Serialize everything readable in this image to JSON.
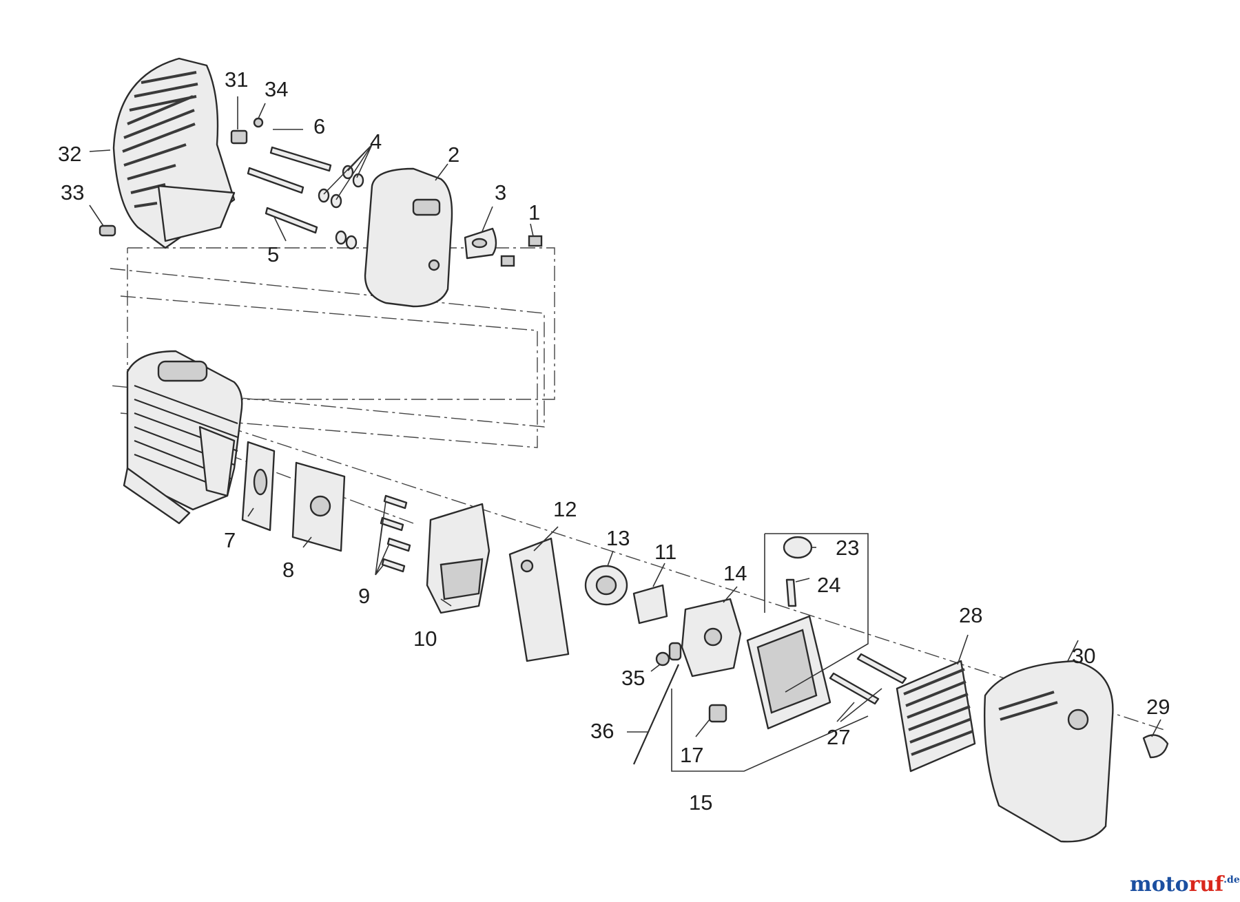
{
  "callouts": [
    {
      "id": "1",
      "text": "1"
    },
    {
      "id": "2",
      "text": "2"
    },
    {
      "id": "3",
      "text": "3"
    },
    {
      "id": "4",
      "text": "4"
    },
    {
      "id": "5",
      "text": "5"
    },
    {
      "id": "6",
      "text": "6"
    },
    {
      "id": "7",
      "text": "7"
    },
    {
      "id": "8",
      "text": "8"
    },
    {
      "id": "9",
      "text": "9"
    },
    {
      "id": "10",
      "text": "10"
    },
    {
      "id": "11",
      "text": "11"
    },
    {
      "id": "12",
      "text": "12"
    },
    {
      "id": "13",
      "text": "13"
    },
    {
      "id": "14",
      "text": "14"
    },
    {
      "id": "15",
      "text": "15"
    },
    {
      "id": "17",
      "text": "17"
    },
    {
      "id": "23",
      "text": "23"
    },
    {
      "id": "24",
      "text": "24"
    },
    {
      "id": "27",
      "text": "27"
    },
    {
      "id": "28",
      "text": "28"
    },
    {
      "id": "29",
      "text": "29"
    },
    {
      "id": "30",
      "text": "30"
    },
    {
      "id": "31",
      "text": "31"
    },
    {
      "id": "32",
      "text": "32"
    },
    {
      "id": "33",
      "text": "33"
    },
    {
      "id": "34",
      "text": "34"
    },
    {
      "id": "35",
      "text": "35"
    },
    {
      "id": "36",
      "text": "36"
    }
  ],
  "watermark": {
    "prefix": "moto",
    "accent": "ruf",
    "suffix": ".de",
    "colors": {
      "prefix": "#1b4fa0",
      "accent": "#d9271c",
      "suffix": "#1b4fa0"
    }
  }
}
